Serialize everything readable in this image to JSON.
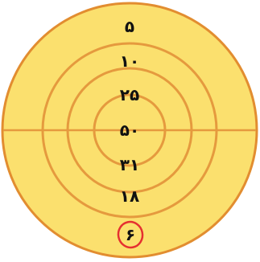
{
  "target": {
    "colors": {
      "fill": "#fbe06e",
      "ring_stroke": "#e59a3e",
      "outer_stroke": "#e28d30",
      "mark_circle": "#e53030",
      "text": "#111111"
    },
    "scores": {
      "outer_top": "۵",
      "ring_top": "۱۰",
      "inner_top": "۲۵",
      "bullseye": "۵۰",
      "inner_bottom": "۳۱",
      "ring_bottom": "۱۸",
      "outer_bottom": "۶"
    }
  }
}
